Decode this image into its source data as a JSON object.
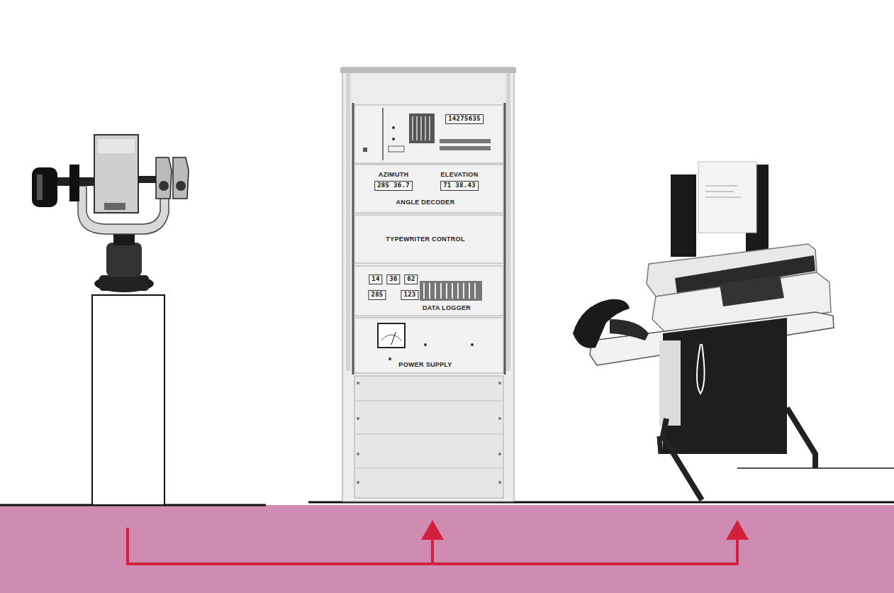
{
  "diagram": {
    "nodes": [
      {
        "text": []
      },
      {
        "text": []
      },
      {
        "text": [
          "14275635"
        ],
        "in": 1
      },
      {
        "text": [
          "AZIMUTH",
          "ELEVATION",
          "285 36.7",
          "71 38.43",
          "ANGLE DECODER"
        ],
        "in": 1
      },
      {
        "text": [
          "TYPEWRITER CONTROL"
        ],
        "in": 1
      },
      {
        "text": [
          "14",
          "36",
          "62",
          "285",
          "123",
          "DATA LOGGER"
        ],
        "in": 1
      },
      {
        "text": [
          "POWER SUPPLY"
        ],
        "in": 1
      },
      {
        "text": []
      }
    ],
    "edges": [
      {
        "from": 0,
        "to": 1,
        "arrow": "to"
      },
      {
        "from": 0,
        "to": 7,
        "arrow": "to"
      }
    ]
  }
}
